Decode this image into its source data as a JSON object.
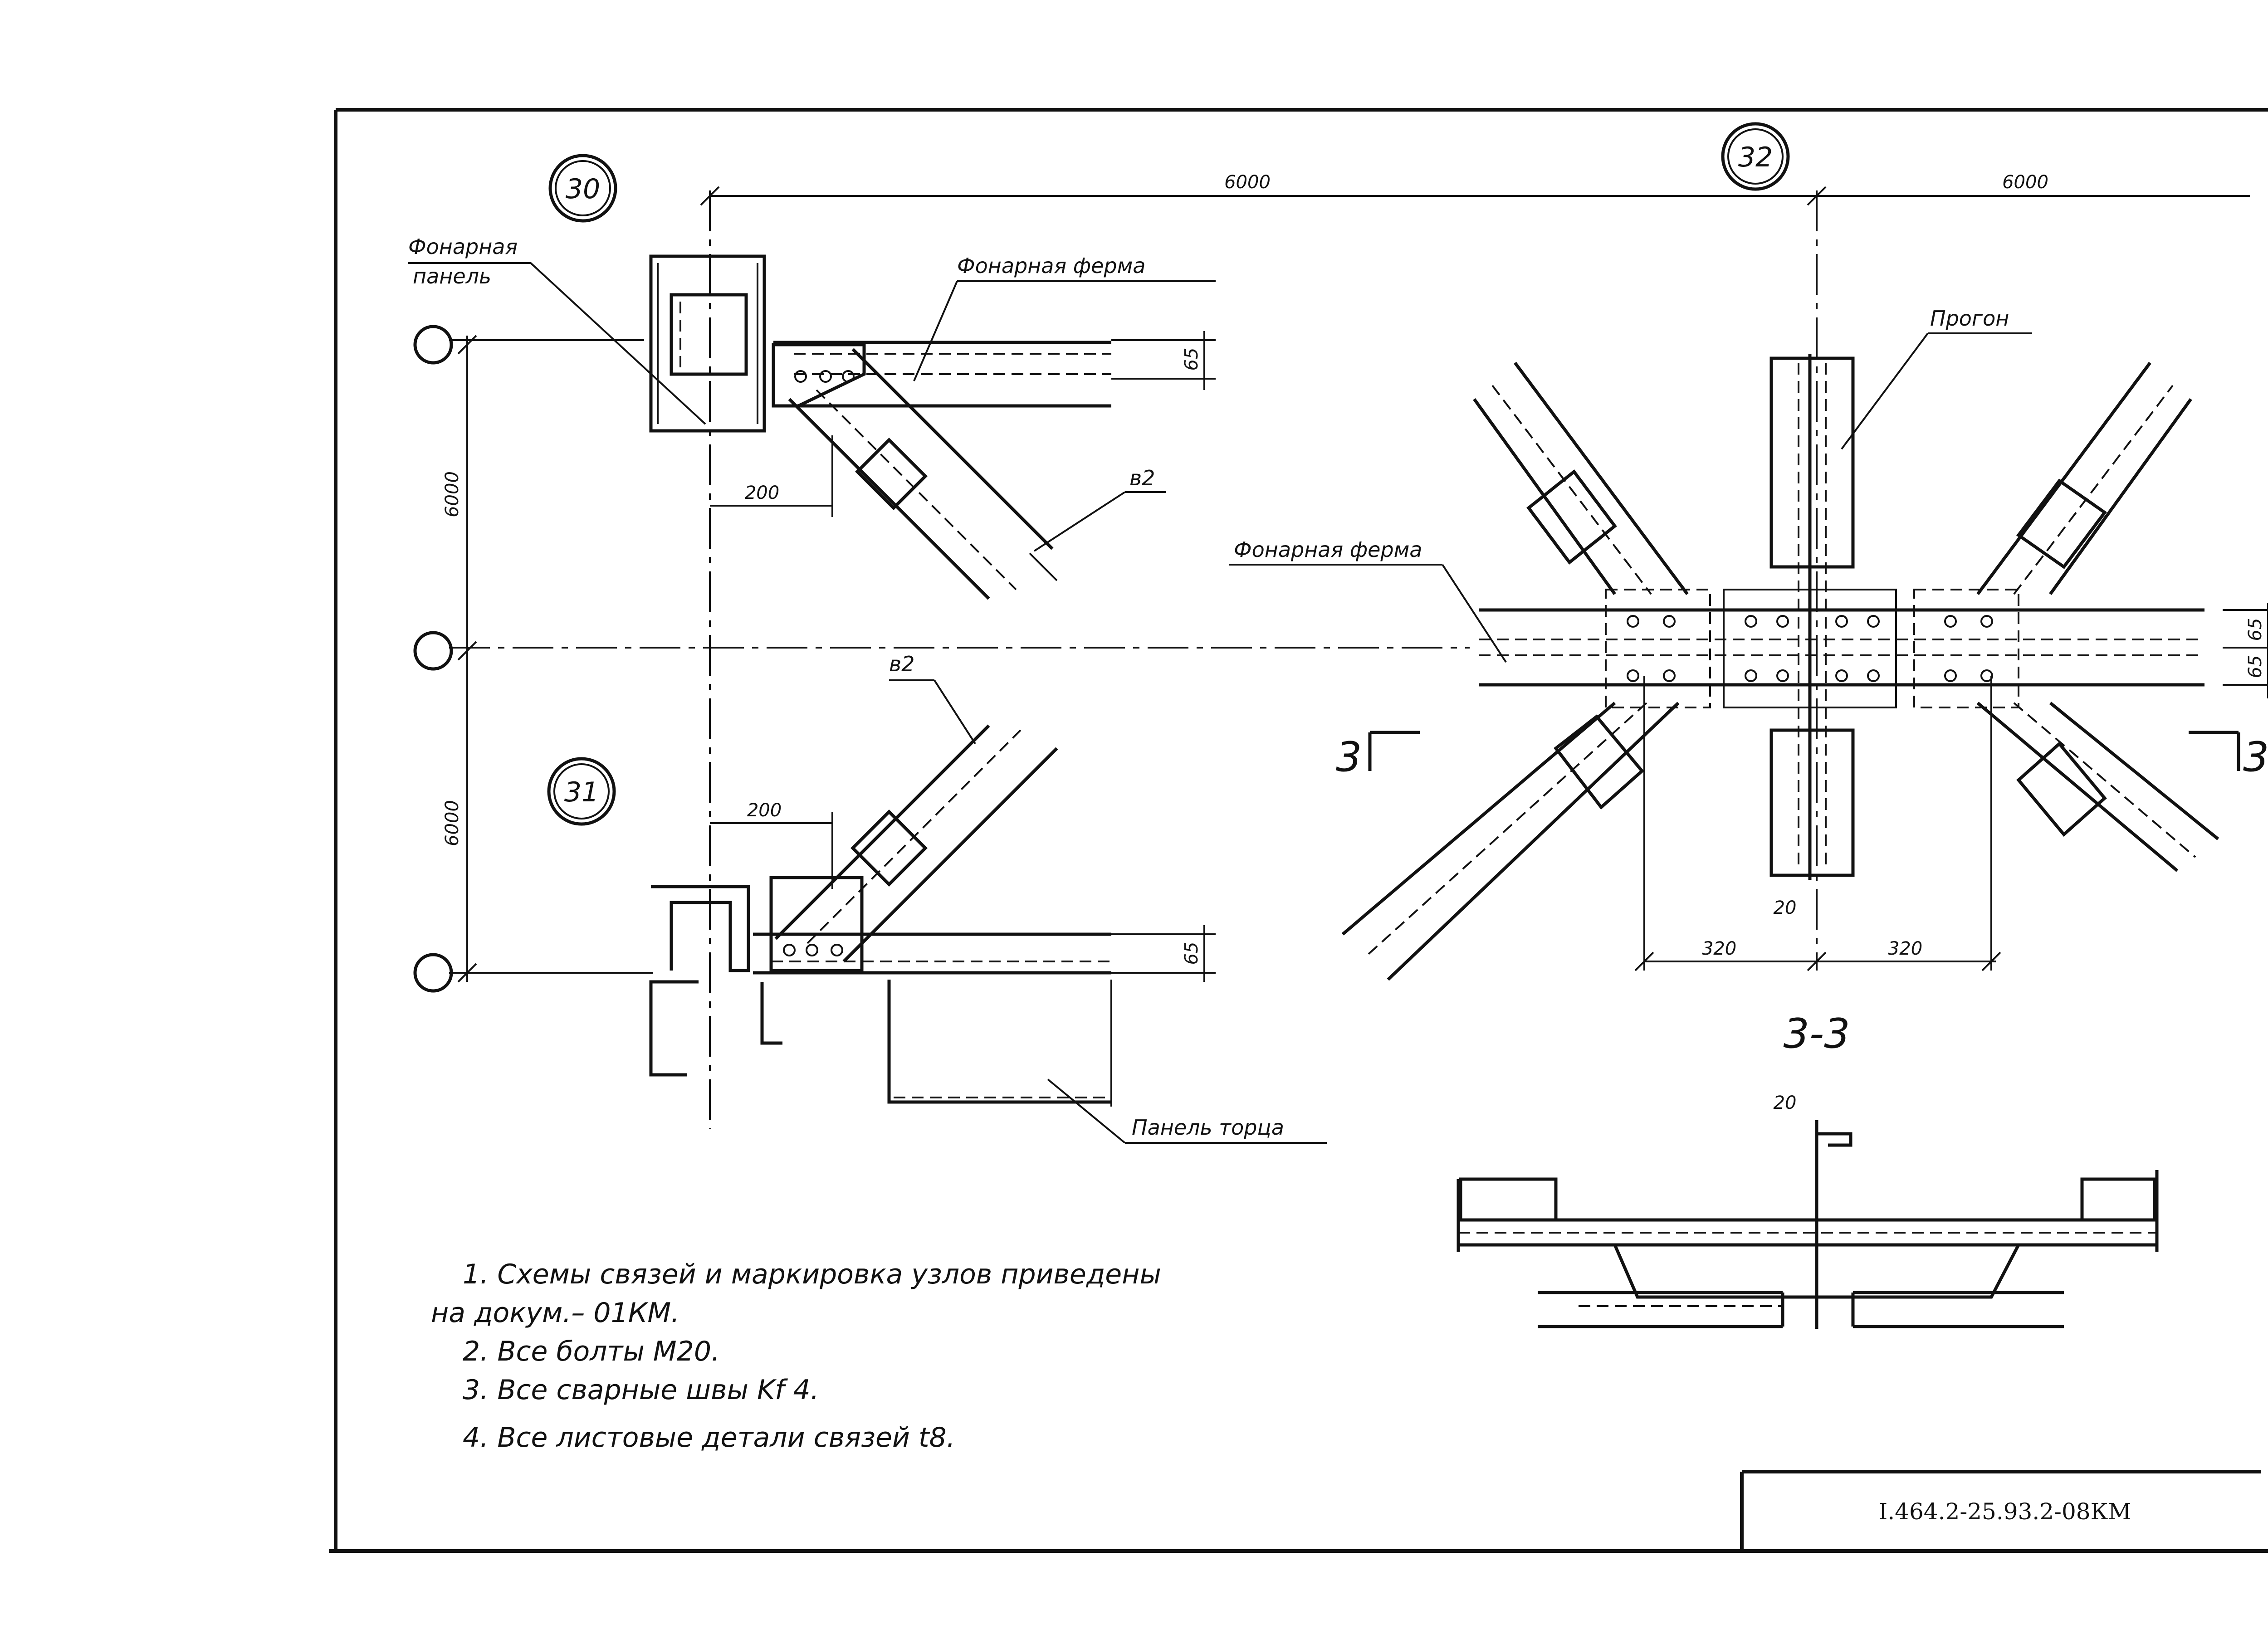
{
  "details": {
    "d30": "30",
    "d31": "31",
    "d32": "32"
  },
  "dimensions": {
    "span_left": "6000",
    "span_right": "6000",
    "vert_upper": "6000",
    "vert_lower": "6000",
    "offset_top": "200",
    "offset_bottom": "200",
    "h65_top": "65",
    "h65_bottom": "65",
    "h65_right_a": "65",
    "h65_right_b": "65",
    "w320_left": "320",
    "w320_right": "320",
    "gap20_plan": "20",
    "gap20_section": "20"
  },
  "labels": {
    "lantern_panel_line1": "Фонарная",
    "lantern_panel_line2": "панель",
    "lantern_truss_30": "Фонарная ферма",
    "lantern_truss_32": "Фонарная ферма",
    "purlin": "Прогон",
    "brace_b2_top": "в2",
    "brace_b2_bottom": "в2",
    "end_panel": "Панель торца",
    "section_mark_left": "3",
    "section_mark_right": "3",
    "section_title": "3-3"
  },
  "notes": [
    "1. Схемы связей и маркировка узлов приведены",
    "на докум.– 01КМ.",
    "2. Все болты М20.",
    "3. Все сварные швы Kf 4.",
    "4. Все листовые детали связей t8."
  ],
  "title_block": {
    "code": "I.464.2-25.93.2-08КМ"
  }
}
